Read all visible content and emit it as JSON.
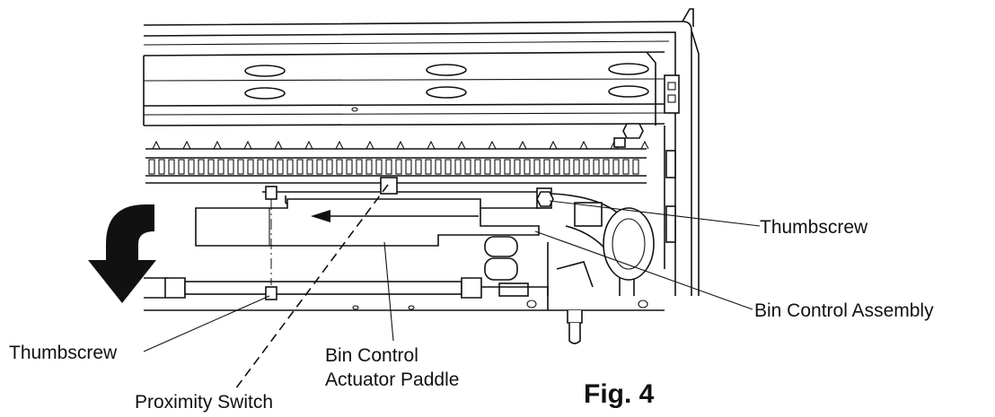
{
  "figure": {
    "caption": "Fig. 4"
  },
  "callouts": {
    "thumbscrew_right": "Thumbscrew",
    "bin_control_assembly": "Bin Control Assembly",
    "thumbscrew_left": "Thumbscrew",
    "paddle_line1": "Bin Control",
    "paddle_line2": "Actuator Paddle",
    "proximity_switch": "Proximity Switch"
  }
}
